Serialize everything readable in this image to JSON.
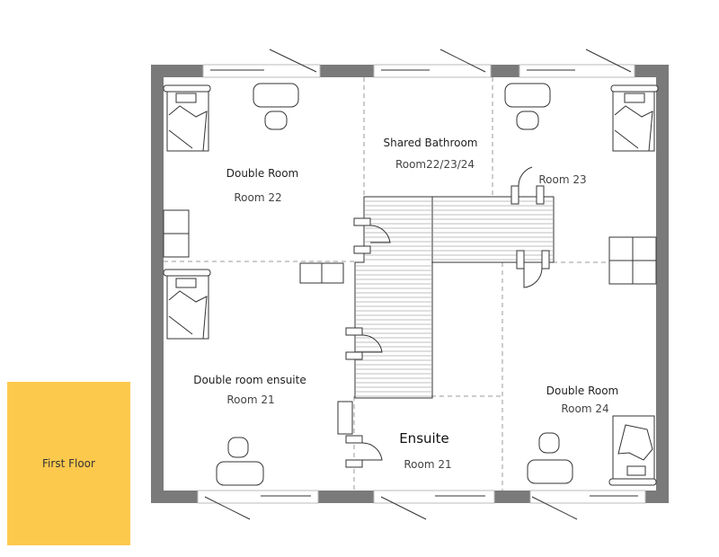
{
  "floor_label": "First Floor",
  "rooms": [
    {
      "name": "Double Room",
      "number": "Room 22"
    },
    {
      "name": "Shared Bathroom",
      "number": "Room22/23/24"
    },
    {
      "name": "",
      "number": "Room 23"
    },
    {
      "name": "Double room ensuite",
      "number": "Room 21"
    },
    {
      "name": "Ensuite",
      "number": "Room 21"
    },
    {
      "name": "Double Room",
      "number": "Room 24"
    }
  ],
  "colors": {
    "wall": "#7a7a7a",
    "floor_label_bg": "#fdc94d"
  }
}
